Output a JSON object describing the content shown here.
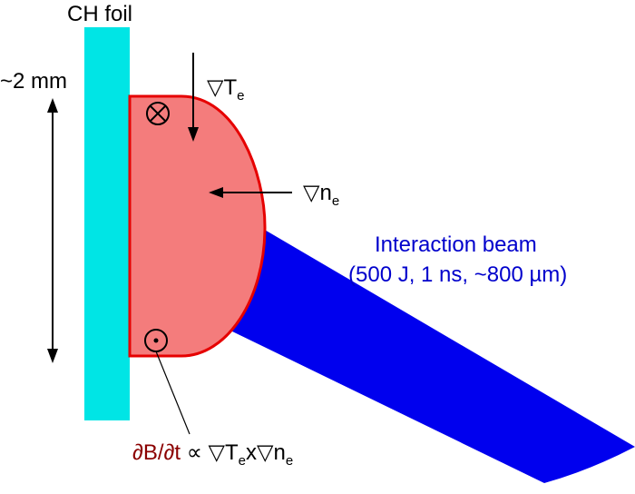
{
  "labels": {
    "foil": "CH foil",
    "size": "~2 mm",
    "grad_te_symbol": "▽T",
    "grad_te_sub": "e",
    "grad_ne_symbol": "▽n",
    "grad_ne_sub": "e",
    "beam_line1": "Interaction beam",
    "beam_line2": "(500 J, 1 ns, ~800 µm)",
    "formula_lhs": "∂B/∂t",
    "formula_rhs_a": " ∝ ▽T",
    "formula_rhs_a_sub": "e",
    "formula_rhs_b": "x▽n",
    "formula_rhs_b_sub": "e"
  },
  "symbols": {
    "into_page": "field-into-page-icon",
    "out_of_page": "field-out-of-page-icon"
  },
  "colors": {
    "foil": "#00e5e5",
    "plasma_fill": "#f47c7c",
    "plasma_edge": "#e60000",
    "beam": "#0000ee",
    "beam_text": "#0000cc",
    "formula_lhs": "#8b0000"
  }
}
